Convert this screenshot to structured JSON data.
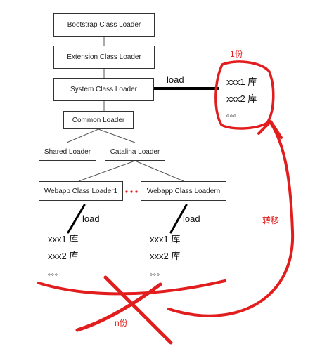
{
  "boxes": {
    "bootstrap": "Bootstrap Class Loader",
    "extension": "Extension Class Loader",
    "system": "System Class Loader",
    "common": "Common Loader",
    "shared": "Shared Loader",
    "catalina": "Catalina Loader",
    "webapp1": "Webapp Class Loader1",
    "webappn": "Webapp Class Loadern"
  },
  "labels": {
    "load_system": "load",
    "load_webapp1": "load",
    "load_webappn": "load",
    "one_copy": "1份",
    "transfer": "转移",
    "n_copies": "n份"
  },
  "libs": {
    "system": [
      "xxx1 库",
      "xxx2 库",
      "。。。"
    ],
    "webapp1": [
      "xxx1 库",
      "xxx2 库",
      "。。。"
    ],
    "webappn": [
      "xxx1 库",
      "xxx2 库",
      "。。。"
    ]
  },
  "colors": {
    "annotation_red": "#e11d1d",
    "box_border": "#333333",
    "connector": "#555555"
  }
}
